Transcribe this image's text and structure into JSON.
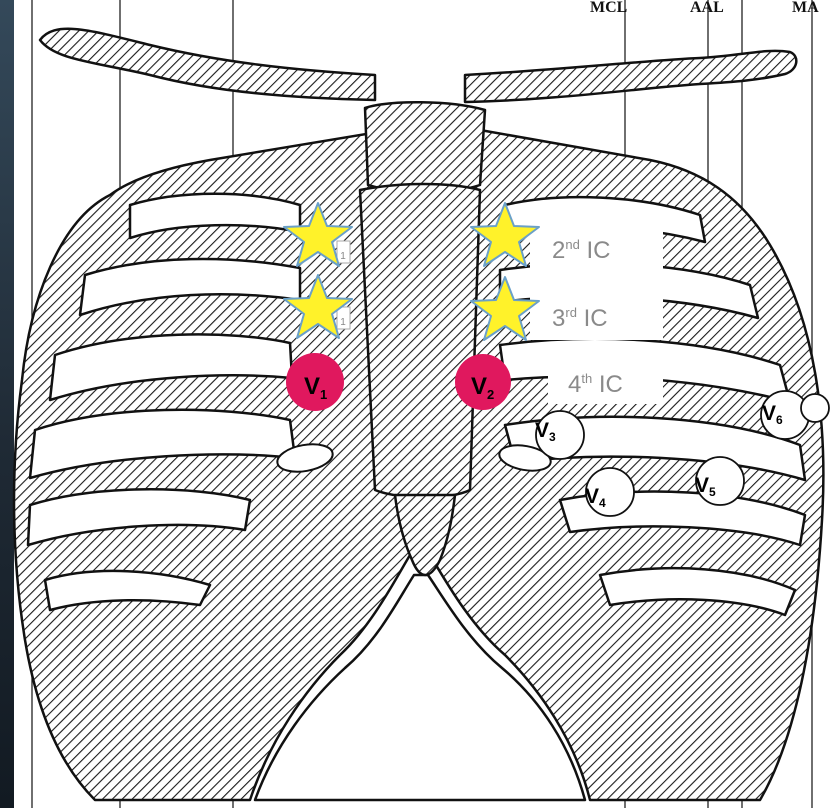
{
  "top_labels": [
    "MCL",
    "AAL",
    "MA"
  ],
  "intercostal_labels": [
    {
      "num": "2",
      "sup": "nd",
      "text": " IC"
    },
    {
      "num": "3",
      "sup": "rd",
      "text": " IC"
    },
    {
      "num": "4",
      "sup": "th",
      "text": " IC"
    }
  ],
  "leads": [
    {
      "letter": "V",
      "sub": "1",
      "type": "pink"
    },
    {
      "letter": "V",
      "sub": "2",
      "type": "pink"
    },
    {
      "letter": "V",
      "sub": "3",
      "type": "white"
    },
    {
      "letter": "V",
      "sub": "4",
      "type": "white"
    },
    {
      "letter": "V",
      "sub": "5",
      "type": "white"
    },
    {
      "letter": "V",
      "sub": "6",
      "type": "white"
    }
  ],
  "small_tags": [
    "1",
    "1"
  ],
  "colors": {
    "pink_electrode": "#e0185e",
    "star": "#fff22a",
    "star_outline": "#6aa0c8",
    "bone_stroke": "#111111"
  }
}
